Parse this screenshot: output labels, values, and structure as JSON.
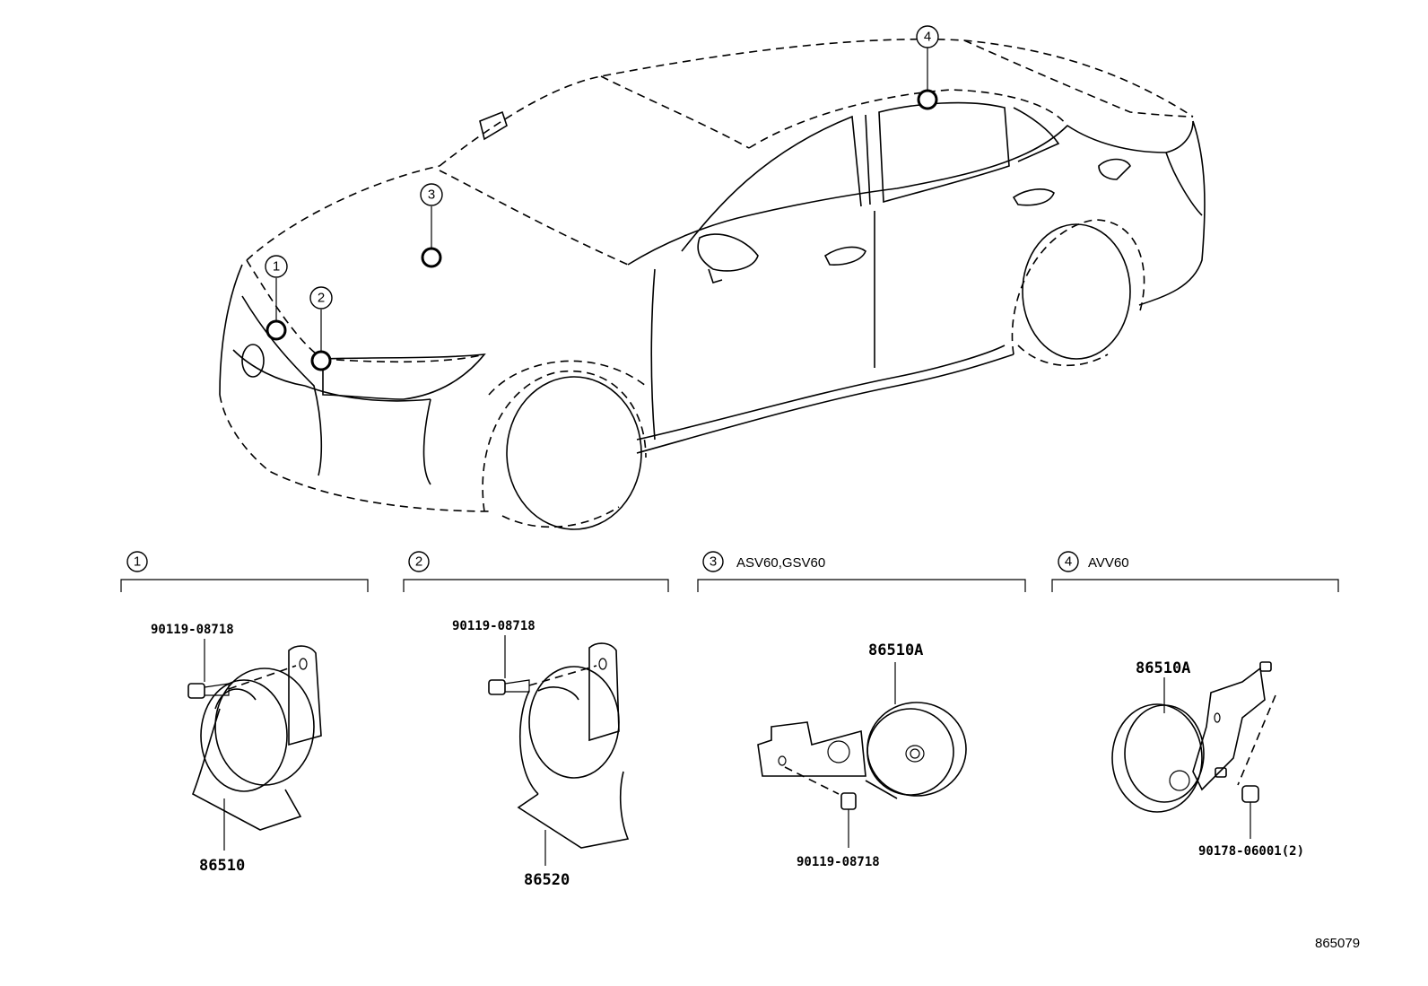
{
  "callouts": [
    "1",
    "2",
    "3",
    "4"
  ],
  "sections": [
    {
      "num": "1",
      "label": ""
    },
    {
      "num": "2",
      "label": ""
    },
    {
      "num": "3",
      "label": "ASV60,GSV60"
    },
    {
      "num": "4",
      "label": "AVV60"
    }
  ],
  "parts": {
    "s1_bolt": "90119-08718",
    "s1_horn": "86510",
    "s2_bolt": "90119-08718",
    "s2_horn": "86520",
    "s3_horn": "86510A",
    "s3_bolt": "90119-08718",
    "s4_horn": "86510A",
    "s4_nut": "90178-06001(2)"
  },
  "figure_ref": "865079"
}
